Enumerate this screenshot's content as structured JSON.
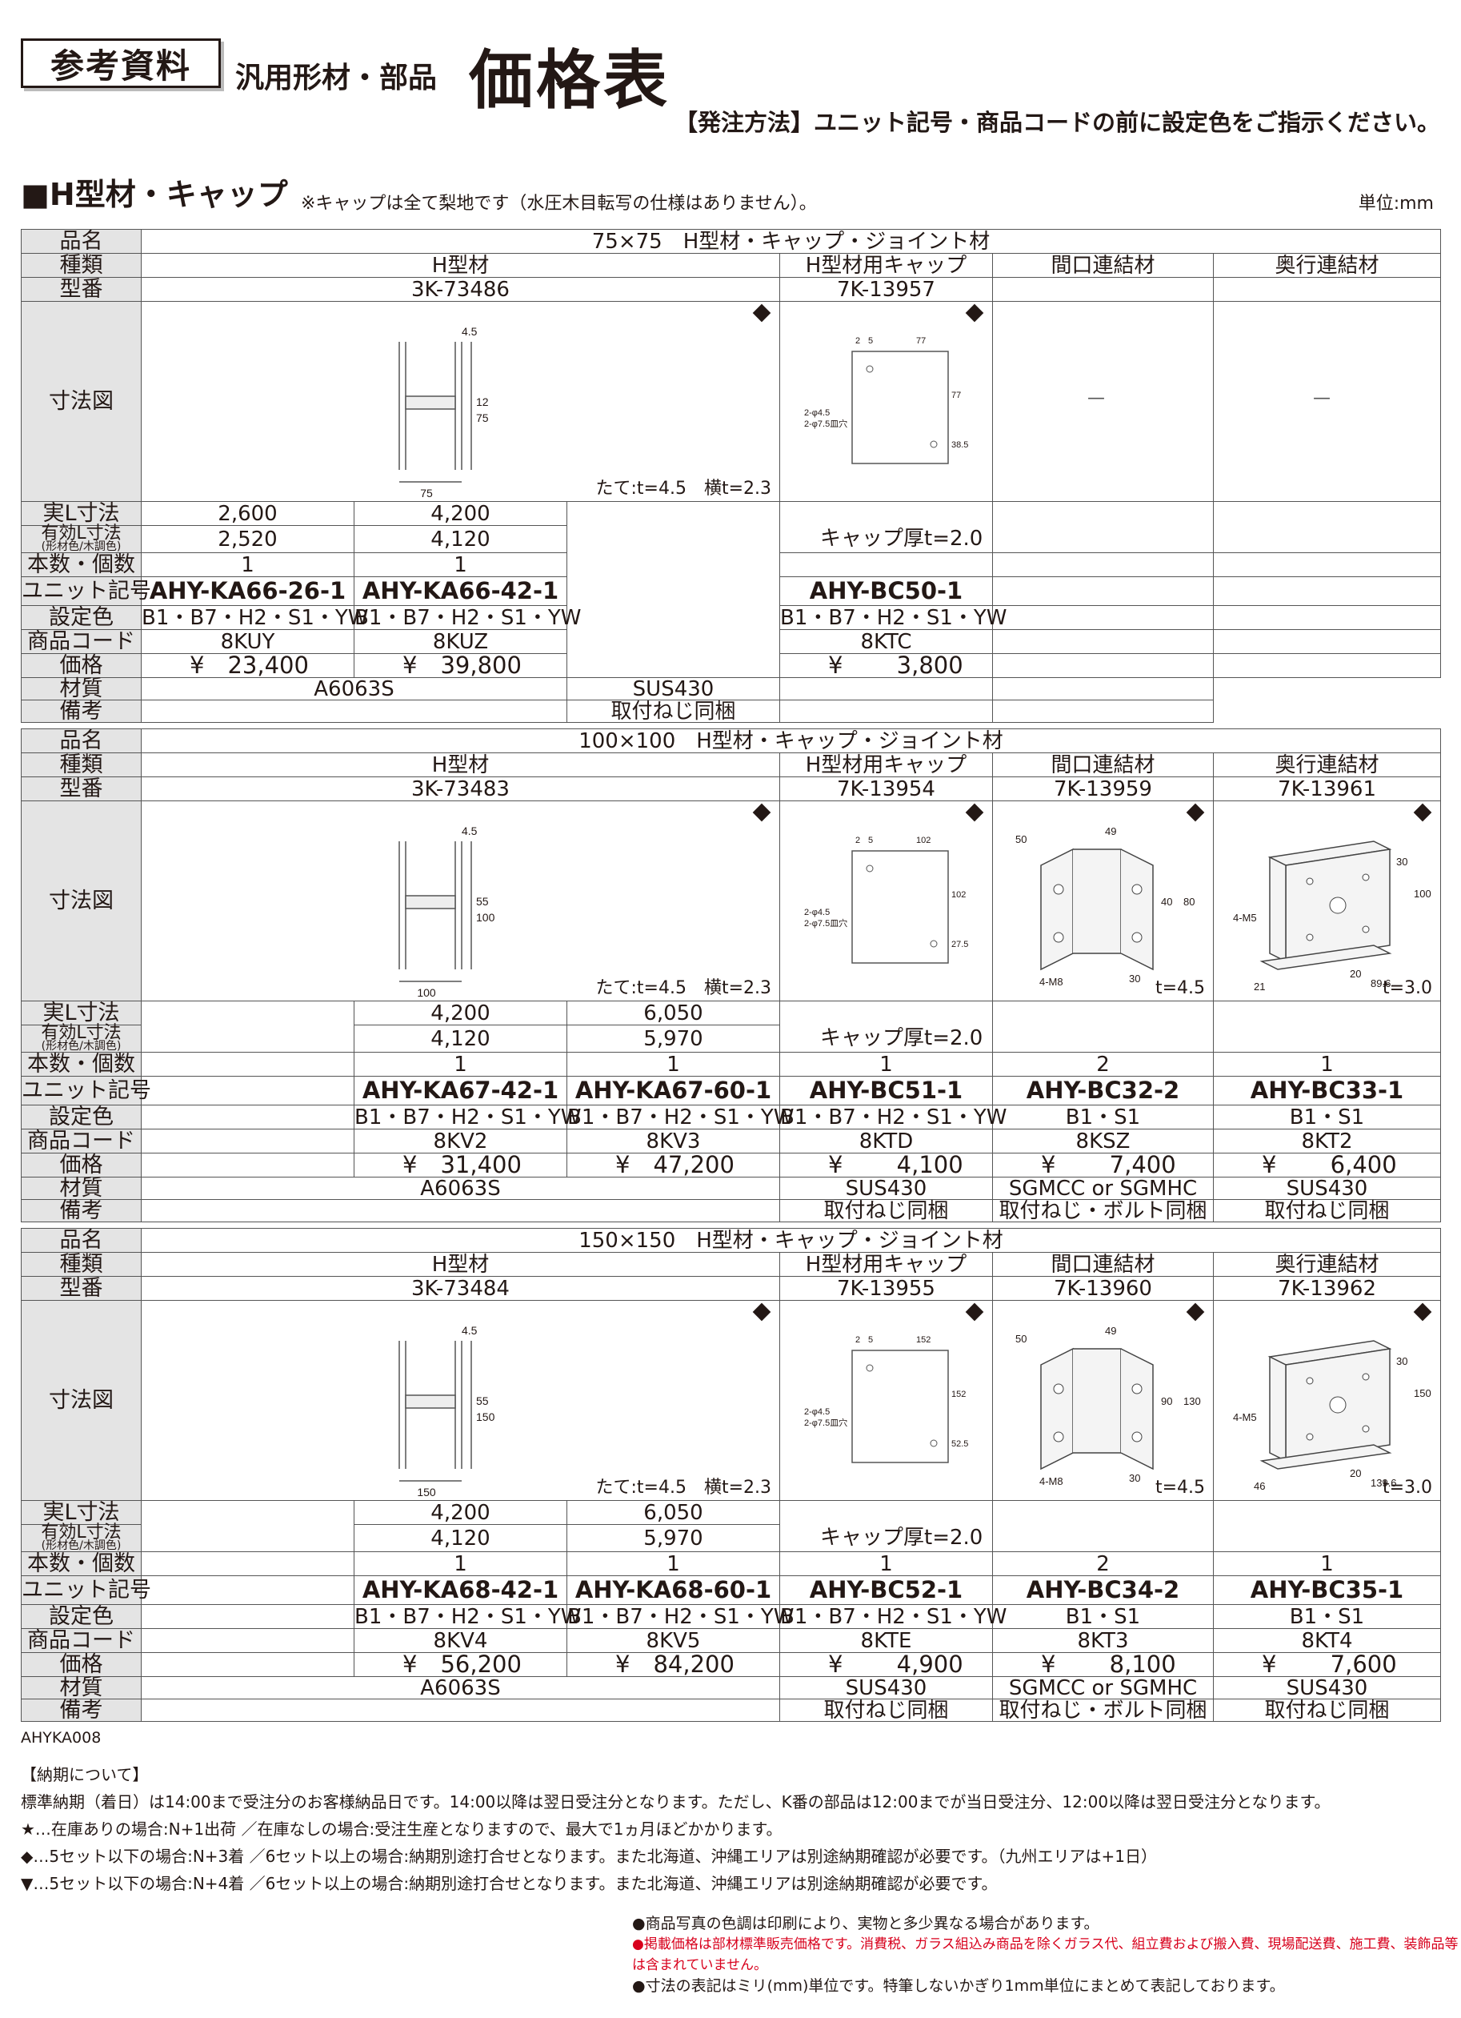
{
  "header": {
    "ref_label": "参考資料",
    "subtitle": "汎用形材・部品",
    "title": "価格表",
    "order_note": "【発注方法】ユニット記号・商品コードの前に設定色をご指示ください。"
  },
  "section": {
    "title": "■H型材・キャップ",
    "note": "※キャップは全て梨地です（水圧木目転写の仕様はありません）。",
    "unit": "単位:mm"
  },
  "labels": {
    "name": "品名",
    "kind": "種類",
    "model": "型番",
    "figure": "寸法図",
    "length": "実L寸法",
    "eff_length": "有効L寸法",
    "eff_length_sub": "(形材色/木調色)",
    "qty": "本数・個数",
    "unit_code": "ユニット記号",
    "color": "設定色",
    "product_code": "商品コード",
    "price": "価格",
    "material": "材質",
    "remarks": "備考"
  },
  "blocks": [
    {
      "name": "75×75　H型材・キャップ・ジョイント材",
      "kinds": [
        "H型材",
        "H型材用キャップ",
        "間口連結材",
        "奥行連結材"
      ],
      "models": [
        "3K-73486",
        "7K-13957",
        "",
        ""
      ],
      "fig": {
        "h_dims": [
          "4.5",
          "12",
          "75",
          "75"
        ],
        "h_note": "たて:t=4.5　横t=2.3",
        "cap_dims": [
          "2",
          "5",
          "77",
          "77",
          "38.5"
        ],
        "cap_holes": [
          "2-φ4.5",
          "2-φ7.5皿穴"
        ],
        "cap_note": "キャップ厚t=2.0",
        "front_note": "",
        "front_dims": [],
        "depth_note": "",
        "depth_dims": [],
        "empty": "—"
      },
      "lengths": [
        "2,600",
        "4,200"
      ],
      "eff": [
        "2,520",
        "4,120"
      ],
      "qty": [
        "1",
        "1",
        "",
        "",
        ""
      ],
      "unit_codes": [
        "AHY-KA66-26-1",
        "AHY-KA66-42-1",
        "AHY-BC50-1",
        "",
        ""
      ],
      "colors": [
        "B1・B7・H2・S1・YW",
        "B1・B7・H2・S1・YW",
        "B1・B7・H2・S1・YW",
        "",
        ""
      ],
      "codes": [
        "8KUY",
        "8KUZ",
        "8KTC",
        "",
        ""
      ],
      "prices": [
        "¥　23,400",
        "¥　39,800",
        "¥　 　3,800",
        "",
        ""
      ],
      "materials": [
        "A6063S",
        "SUS430",
        "",
        ""
      ],
      "remarks": [
        "",
        "取付ねじ同梱",
        "",
        ""
      ]
    },
    {
      "name": "100×100　H型材・キャップ・ジョイント材",
      "kinds": [
        "H型材",
        "H型材用キャップ",
        "間口連結材",
        "奥行連結材"
      ],
      "models": [
        "3K-73483",
        "7K-13954",
        "7K-13959",
        "7K-13961"
      ],
      "fig": {
        "h_dims": [
          "4.5",
          "55",
          "100",
          "100"
        ],
        "h_note": "たて:t=4.5　横t=2.3",
        "cap_dims": [
          "2",
          "5",
          "102",
          "102",
          "27.5"
        ],
        "cap_holes": [
          "2-φ4.5",
          "2-φ7.5皿穴"
        ],
        "cap_note": "キャップ厚t=2.0",
        "front_note": "t=4.5",
        "front_dims": [
          "50",
          "49",
          "40",
          "80",
          "4-M8",
          "30"
        ],
        "depth_note": "t=3.0",
        "depth_dims": [
          "30",
          "100",
          "4-M5",
          "20",
          "89.6",
          "21"
        ],
        "empty": ""
      },
      "lengths": [
        "4,200",
        "6,050"
      ],
      "eff": [
        "4,120",
        "5,970"
      ],
      "qty": [
        "1",
        "1",
        "1",
        "2",
        "1"
      ],
      "unit_codes": [
        "AHY-KA67-42-1",
        "AHY-KA67-60-1",
        "AHY-BC51-1",
        "AHY-BC32-2",
        "AHY-BC33-1"
      ],
      "colors": [
        "B1・B7・H2・S1・YW",
        "B1・B7・H2・S1・YW",
        "B1・B7・H2・S1・YW",
        "B1・S1",
        "B1・S1"
      ],
      "codes": [
        "8KV2",
        "8KV3",
        "8KTD",
        "8KSZ",
        "8KT2"
      ],
      "prices": [
        "¥　31,400",
        "¥　47,200",
        "¥　 　4,100",
        "¥　 　7,400",
        "¥　 　6,400"
      ],
      "materials": [
        "A6063S",
        "SUS430",
        "SGMCC or SGMHC",
        "SUS430"
      ],
      "remarks": [
        "",
        "取付ねじ同梱",
        "取付ねじ・ボルト同梱",
        "取付ねじ同梱"
      ]
    },
    {
      "name": "150×150　H型材・キャップ・ジョイント材",
      "kinds": [
        "H型材",
        "H型材用キャップ",
        "間口連結材",
        "奥行連結材"
      ],
      "models": [
        "3K-73484",
        "7K-13955",
        "7K-13960",
        "7K-13962"
      ],
      "fig": {
        "h_dims": [
          "4.5",
          "55",
          "150",
          "150"
        ],
        "h_note": "たて:t=4.5　横t=2.3",
        "cap_dims": [
          "2",
          "5",
          "152",
          "152",
          "52.5"
        ],
        "cap_holes": [
          "2-φ4.5",
          "2-φ7.5皿穴"
        ],
        "cap_note": "キャップ厚t=2.0",
        "front_note": "t=4.5",
        "front_dims": [
          "50",
          "49",
          "90",
          "130",
          "4-M8",
          "30"
        ],
        "depth_note": "t=3.0",
        "depth_dims": [
          "30",
          "150",
          "4-M5",
          "20",
          "139.6",
          "46"
        ],
        "empty": ""
      },
      "lengths": [
        "4,200",
        "6,050"
      ],
      "eff": [
        "4,120",
        "5,970"
      ],
      "qty": [
        "1",
        "1",
        "1",
        "2",
        "1"
      ],
      "unit_codes": [
        "AHY-KA68-42-1",
        "AHY-KA68-60-1",
        "AHY-BC52-1",
        "AHY-BC34-2",
        "AHY-BC35-1"
      ],
      "colors": [
        "B1・B7・H2・S1・YW",
        "B1・B7・H2・S1・YW",
        "B1・B7・H2・S1・YW",
        "B1・S1",
        "B1・S1"
      ],
      "codes": [
        "8KV4",
        "8KV5",
        "8KTE",
        "8KT3",
        "8KT4"
      ],
      "prices": [
        "¥　56,200",
        "¥　84,200",
        "¥　 　4,900",
        "¥　 　8,100",
        "¥　 　7,600"
      ],
      "materials": [
        "A6063S",
        "SUS430",
        "SGMCC or SGMHC",
        "SUS430"
      ],
      "remarks": [
        "",
        "取付ねじ同梱",
        "取付ねじ・ボルト同梱",
        "取付ねじ同梱"
      ]
    }
  ],
  "footer": {
    "code": "AHYKA008",
    "delivery_title": "【納期について】",
    "lines": [
      "標準納期（着日）は14:00まで受注分のお客様納品日です。14:00以降は翌日受注分となります。ただし、K番の部品は12:00までが当日受注分、12:00以降は翌日受注分となります。",
      "★…在庫ありの場合:N+1出荷 ／在庫なしの場合:受注生産となりますので、最大で1ヵ月ほどかかります。",
      "◆…5セット以下の場合:N+3着 ／6セット以上の場合:納期別途打合せとなります。また北海道、沖縄エリアは別途納期確認が必要です。（九州エリアは+1日）",
      "▼…5セット以下の場合:N+4着 ／6セット以上の場合:納期別途打合せとなります。また北海道、沖縄エリアは別途納期確認が必要です。"
    ],
    "notes": [
      "●商品写真の色調は印刷により、実物と多少異なる場合があります。",
      "●掲載価格は部材標準販売価格です。消費税、ガラス組込み商品を除くガラス代、組立費および搬入費、現場配送費、施工費、装飾品等は含まれていません。",
      "●寸法の表記はミリ(mm)単位です。特筆しないかぎり1mm単位にまとめて表記しております。"
    ]
  }
}
